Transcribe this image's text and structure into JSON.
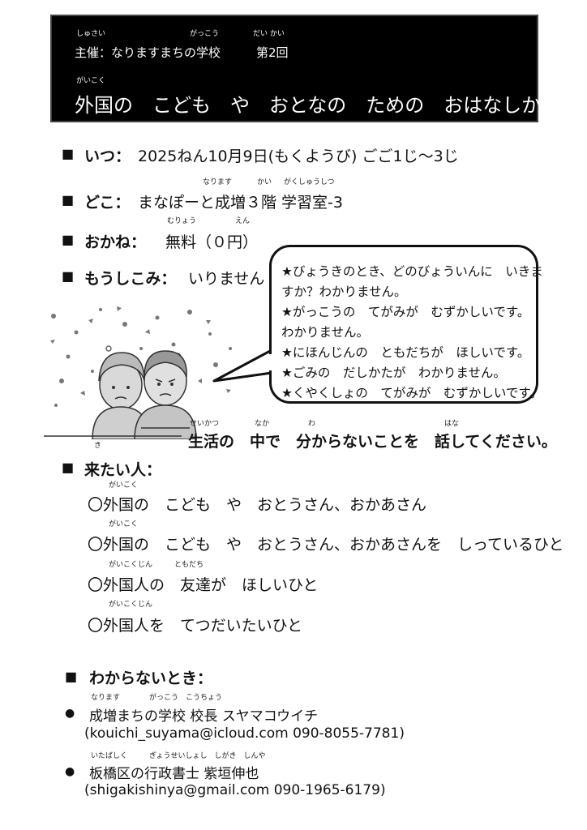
{
  "header": {
    "organizer_ruby_shusai": "しゅさい",
    "organizer_ruby_gakkou": "がっこう",
    "session_ruby": "だい かい",
    "organizer": "主催：なりますまちの学校",
    "session": "第2回",
    "title_ruby": "がいこく",
    "title": "外国の　こども　や　おとなの　ための　おはなしかい"
  },
  "info": {
    "when_label": "いつ：",
    "when_value": "2025ねん10月9日(もくようび) ごご1じ～3じ",
    "where_ruby_narimasu": "なります",
    "where_ruby_kai": "かい",
    "where_ruby_gakushu": "がくしゅうしつ",
    "where_label": "どこ：",
    "where_value": "まなぽーと成増３階 学習室-3",
    "cost_ruby_muryou": "むりょう",
    "cost_ruby_en": "えん",
    "cost_label": "おかね：",
    "cost_value": "無料（０円）",
    "apply_label": "もうしこみ：",
    "apply_value": "いりません"
  },
  "bubble": {
    "lines": [
      "★びょうきのとき、どのびょういんに　いきま",
      "すか？わかりません。",
      "★がっこうの　てがみが　むずかしいです。",
      "わかりません。",
      "★にほんじんの　ともだちが　ほしいです。",
      "★ごみの　だしかたが　わかりません。",
      "★くやくしょの　てがみが　むずかしいです。"
    ]
  },
  "cta": {
    "ruby_seikatsu": "せいかつ",
    "ruby_naka": "なか",
    "ruby_wa": "わ",
    "ruby_hana": "はな",
    "text": "生活の　中で　分からないことを　話してください。"
  },
  "audience": {
    "ruby_ki": "き",
    "label": "来たい人：",
    "items": [
      {
        "ruby": "がいこく",
        "text": "〇外国の　こども　や　おとうさん、おかあさん"
      },
      {
        "ruby": "がいこく",
        "text": "〇外国の　こども　や　おとうさん、おかあさんを　しっているひと"
      },
      {
        "ruby": "がいこくじん　　　ともだち",
        "text": "〇外国人の　友達が　ほしいひと"
      },
      {
        "ruby": "がいこくじん",
        "text": "〇外国人を　てつだいたいひと"
      }
    ]
  },
  "contacts": {
    "label": "わからないとき：",
    "c1_ruby": "なります　　　　がっこう　こうちょう",
    "c1_name": "成増まちの学校 校長 スヤマコウイチ",
    "c1_detail": "(kouichi_suyama@icloud.com 090-8055-7781)",
    "c2_ruby": "いたばしく　　　ぎょうせいしょし　しがき　しんや",
    "c2_name": "板橋区の行政書士 紫垣伸也",
    "c2_detail": "(shigakishinya@gmail.com 090-1965-6179)"
  }
}
